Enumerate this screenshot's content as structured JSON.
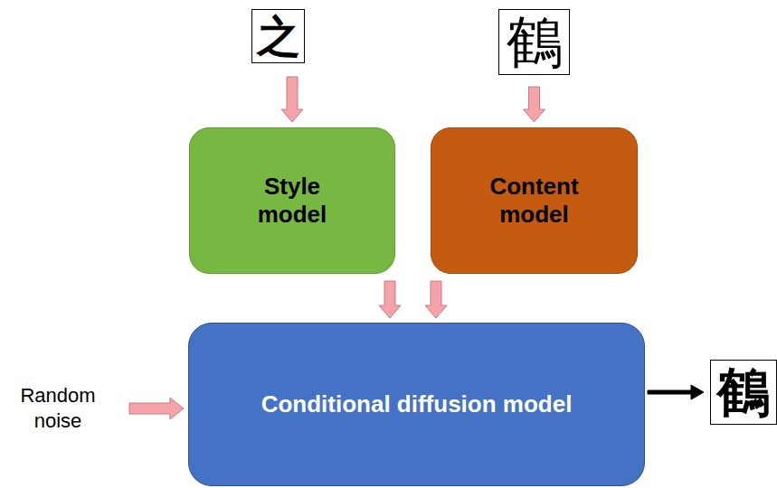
{
  "diagram": {
    "nodes": [
      {
        "text": [
          "之"
        ]
      },
      {
        "text": [
          "鶴"
        ]
      },
      {
        "text": [
          "Style model"
        ]
      },
      {
        "text": [
          "Content model"
        ]
      },
      {
        "text": [
          "Conditional diffusion model"
        ]
      },
      {
        "text": [
          "鶴"
        ]
      }
    ],
    "edges": [
      {
        "from": 0,
        "to": 2,
        "arrow": "to"
      },
      {
        "from": 1,
        "to": 3,
        "arrow": "to"
      },
      {
        "from": 2,
        "to": 4,
        "arrow": "to"
      },
      {
        "from": 3,
        "to": 4,
        "arrow": "to"
      },
      {
        "from": 4,
        "to": 5,
        "arrow": "to"
      }
    ],
    "labels": [
      "Random noise"
    ]
  }
}
